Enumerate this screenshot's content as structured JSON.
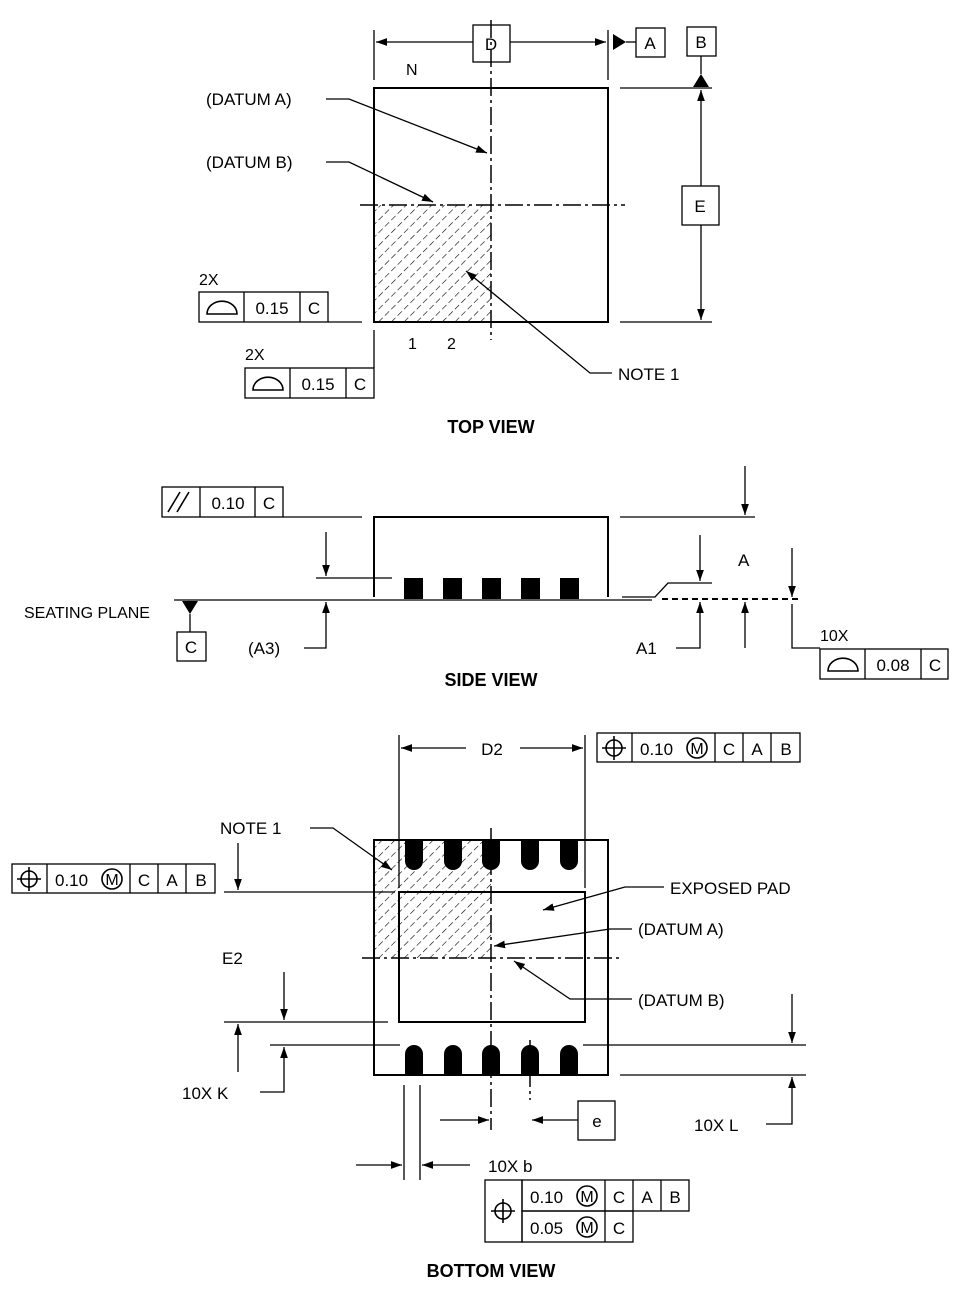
{
  "top_view": {
    "title": "TOP VIEW",
    "dim_d": "D",
    "dim_e": "E",
    "datum_a_box": "A",
    "datum_b_box": "B",
    "n_label": "N",
    "pin_1": "1",
    "pin_2": "2",
    "datum_a_label": "(DATUM A)",
    "datum_b_label": "(DATUM B)",
    "note_1": "NOTE 1",
    "fcf_upper": {
      "count": "2X",
      "value": "0.15",
      "datum": "C"
    },
    "fcf_lower": {
      "count": "2X",
      "value": "0.15",
      "datum": "C"
    }
  },
  "side_view": {
    "title": "SIDE VIEW",
    "seating_plane": "SEATING PLANE",
    "datum_c_box": "C",
    "a3_label": "(A3)",
    "a_label": "A",
    "a1_label": "A1",
    "fcf_parallel": {
      "value": "0.10",
      "datum": "C"
    },
    "fcf_profile": {
      "count": "10X",
      "value": "0.08",
      "datum": "C"
    }
  },
  "bottom_view": {
    "title": "BOTTOM VIEW",
    "d2_label": "D2",
    "e2_label": "E2",
    "note_1": "NOTE 1",
    "exposed_pad": "EXPOSED PAD",
    "datum_a_label": "(DATUM A)",
    "datum_b_label": "(DATUM B)",
    "k_label": "10X K",
    "l_label": "10X L",
    "b_label": "10X b",
    "e_box": "e",
    "fcf_d2": {
      "value": "0.10",
      "mmc": "M",
      "datums": [
        "C",
        "A",
        "B"
      ]
    },
    "fcf_e2": {
      "value": "0.10",
      "mmc": "M",
      "datums": [
        "C",
        "A",
        "B"
      ]
    },
    "fcf_b_upper": {
      "value": "0.10",
      "mmc": "M",
      "datums": [
        "C",
        "A",
        "B"
      ]
    },
    "fcf_b_lower": {
      "value": "0.05",
      "mmc": "M",
      "datums": [
        "C"
      ]
    }
  },
  "icons": [
    "position-icon",
    "profile-surface-icon",
    "parallelism-icon",
    "datum-triangle-icon"
  ]
}
